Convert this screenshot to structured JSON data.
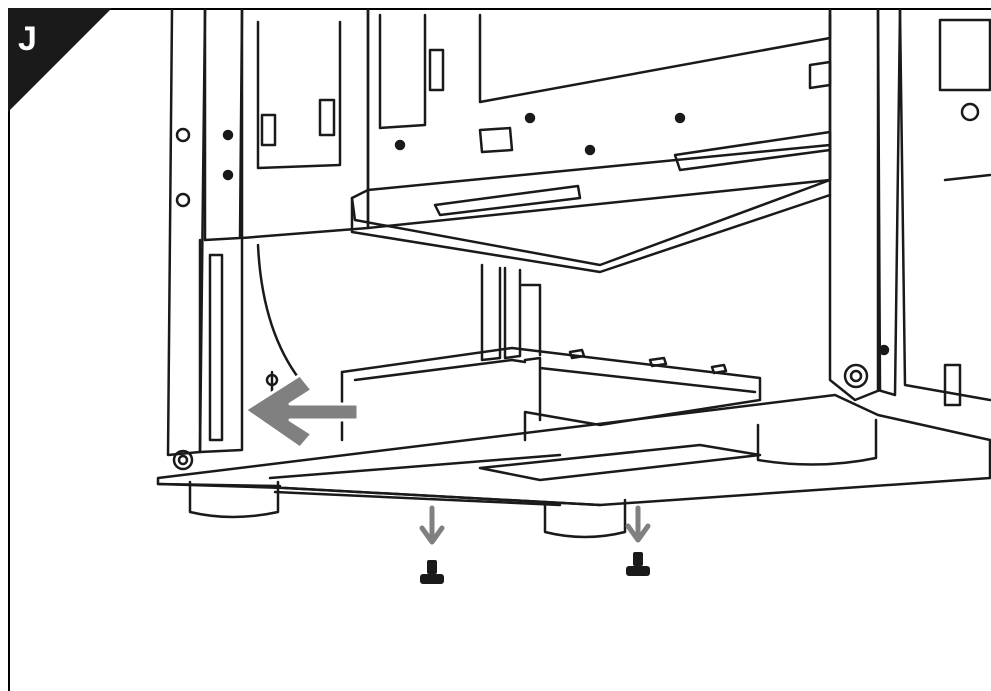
{
  "step": {
    "label": "J"
  },
  "colors": {
    "line": "#1a1a1a",
    "arrow": "#808080",
    "badge": "#1a1a1a",
    "screw": "#1a1a1a"
  },
  "illustration": {
    "subject": "pc-case-bottom-assembly",
    "arrows": [
      "slide-left-arrow",
      "screw-down-arrow-left",
      "screw-down-arrow-right"
    ],
    "screws": 2
  }
}
